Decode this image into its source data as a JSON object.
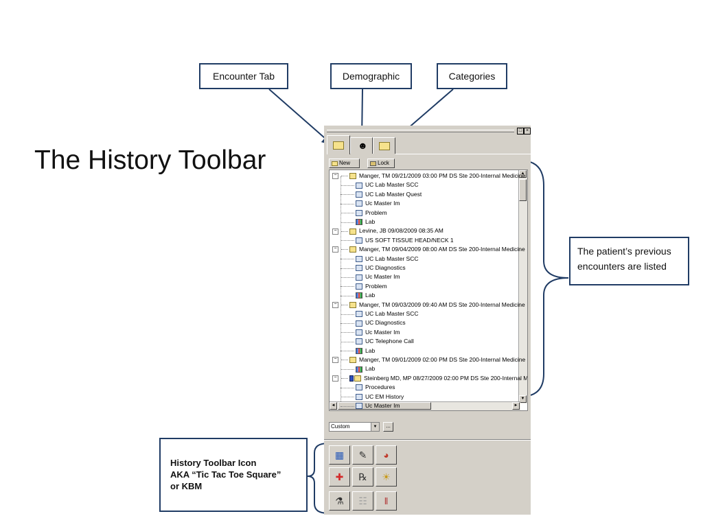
{
  "slide": {
    "title": "The History Toolbar"
  },
  "callouts": {
    "encounter_tab": "Encounter Tab",
    "demographic": "Demographic",
    "categories": "Categories",
    "previous_encounters": "The patient’s previous encounters are listed",
    "kbm_line1": "History Toolbar Icon",
    "kbm_line2": "AKA “Tic Tac Toe Square”",
    "kbm_line3": "or KBM"
  },
  "window_buttons": {
    "restore": "□",
    "close": "×"
  },
  "tabs": [
    {
      "icon": "folder-icon"
    },
    {
      "icon": "person-icon"
    },
    {
      "icon": "categories-icon"
    }
  ],
  "toolbar": {
    "new_label": "New",
    "lock_label": "Lock"
  },
  "tree": [
    {
      "level": 0,
      "icon": "folder",
      "label": "Manger, TM 09/21/2009 03:00 PM DS Ste 200-Internal Medicine"
    },
    {
      "level": 1,
      "icon": "doc",
      "label": "UC Lab Master SCC"
    },
    {
      "level": 1,
      "icon": "doc",
      "label": "UC Lab Master Quest"
    },
    {
      "level": 1,
      "icon": "doc",
      "label": "Uc Master Im"
    },
    {
      "level": 1,
      "icon": "doc",
      "label": "Problem"
    },
    {
      "level": 1,
      "icon": "lab",
      "label": "Lab"
    },
    {
      "level": 0,
      "icon": "folder",
      "label": "Levine, JB 09/08/2009 08:35 AM"
    },
    {
      "level": 1,
      "icon": "doc",
      "label": "US SOFT TISSUE HEAD/NECK 1"
    },
    {
      "level": 0,
      "icon": "folder",
      "label": "Manger, TM 09/04/2009 08:00 AM DS Ste 200-Internal Medicine"
    },
    {
      "level": 1,
      "icon": "doc",
      "label": "UC Lab Master SCC"
    },
    {
      "level": 1,
      "icon": "doc",
      "label": "UC Diagnostics"
    },
    {
      "level": 1,
      "icon": "doc",
      "label": "Uc Master Im"
    },
    {
      "level": 1,
      "icon": "doc",
      "label": "Problem"
    },
    {
      "level": 1,
      "icon": "lab",
      "label": "Lab"
    },
    {
      "level": 0,
      "icon": "folder",
      "label": "Manger, TM 09/03/2009 09:40 AM DS Ste 200-Internal Medicine"
    },
    {
      "level": 1,
      "icon": "doc",
      "label": "UC Lab Master SCC"
    },
    {
      "level": 1,
      "icon": "doc",
      "label": "UC Diagnostics"
    },
    {
      "level": 1,
      "icon": "doc",
      "label": "Uc Master Im"
    },
    {
      "level": 1,
      "icon": "doc",
      "label": "UC Telephone Call"
    },
    {
      "level": 1,
      "icon": "lab",
      "label": "Lab"
    },
    {
      "level": 0,
      "icon": "folder",
      "label": "Manger, TM 09/01/2009 02:00 PM DS Ste 200-Internal Medicine"
    },
    {
      "level": 1,
      "icon": "lab",
      "label": "Lab"
    },
    {
      "level": 0,
      "icon": "folder-lock",
      "label": "Steinberg MD, MP 08/27/2009 02:00 PM DS Ste 200-Internal M"
    },
    {
      "level": 1,
      "icon": "doc",
      "label": "Procedures"
    },
    {
      "level": 1,
      "icon": "doc",
      "label": "UC EM History"
    },
    {
      "level": 1,
      "icon": "doc",
      "label": "Uc Master Im"
    }
  ],
  "scroll": {
    "up": "▲",
    "down": "▼",
    "left": "◄",
    "right": "►"
  },
  "filter": {
    "selected": "Custom",
    "dropdown_arrow": "▼",
    "ellipsis_label": "..."
  },
  "kbm_icons": [
    {
      "name": "grid-list-icon",
      "glyph": "▦",
      "color": "#2a5bb8"
    },
    {
      "name": "notes-icon",
      "glyph": "✎",
      "color": "#333333"
    },
    {
      "name": "chart-icon",
      "glyph": "◕",
      "color": "#c03a2b"
    },
    {
      "name": "medical-cross-icon",
      "glyph": "✚",
      "color": "#d22a2a"
    },
    {
      "name": "prescription-icon",
      "glyph": "℞",
      "color": "#333333"
    },
    {
      "name": "image-icon",
      "glyph": "☀",
      "color": "#c89a1a"
    },
    {
      "name": "mortar-icon",
      "glyph": "⚗",
      "color": "#333333"
    },
    {
      "name": "disabled-doc-icon",
      "glyph": "☷",
      "color": "#a0a0a0"
    },
    {
      "name": "test-tubes-icon",
      "glyph": "‖",
      "color": "#b03030"
    }
  ]
}
